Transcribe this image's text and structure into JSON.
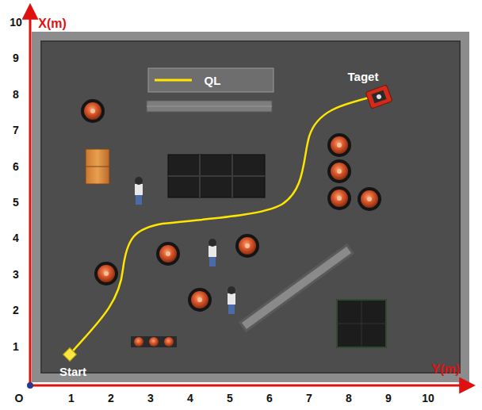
{
  "diagram": {
    "labels": [
      "X(m)",
      "10",
      "9",
      "8",
      "7",
      "6",
      "5",
      "4",
      "3",
      "2",
      "1",
      "Y(m)",
      "O",
      "1",
      "2",
      "3",
      "4",
      "5",
      "6",
      "7",
      "8",
      "9",
      "10",
      "Taget",
      "Start"
    ],
    "legend": [
      {
        "text": "QL"
      }
    ]
  }
}
